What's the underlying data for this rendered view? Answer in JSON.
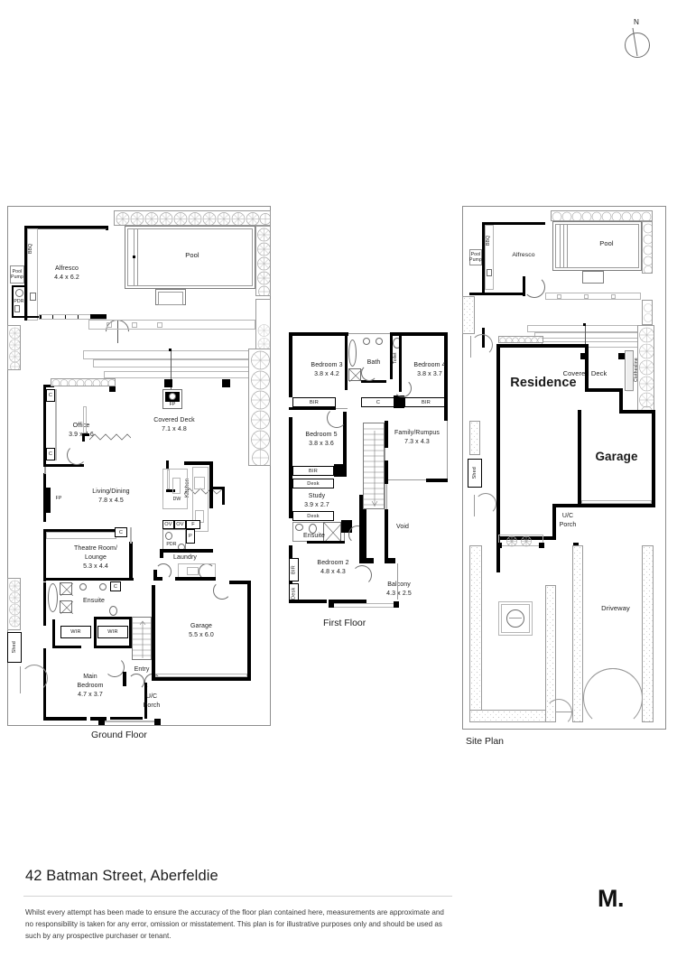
{
  "document": {
    "address": "42 Batman Street, Aberfeldie",
    "disclaimer": "Whilst every attempt has been made to ensure the accuracy of the floor plan contained here, measurements are approximate and no responsibility is taken for any error, omission or misstatement. This plan is for illustrative purposes only and should be used as such by any prospective purchaser or tenant.",
    "logo": "M.",
    "compass_label": "N"
  },
  "plans": {
    "ground": {
      "title": "Ground Floor"
    },
    "first": {
      "title": "First Floor"
    },
    "site": {
      "title": "Site Plan"
    }
  },
  "ground_floor": {
    "rooms": [
      {
        "name": "Alfresco",
        "dims": "4.4 x 6.2"
      },
      {
        "name": "Pool",
        "dims": ""
      },
      {
        "name": "Office",
        "dims": "3.9 x 4.6"
      },
      {
        "name": "Covered Deck",
        "dims": "7.1 x 4.8"
      },
      {
        "name": "Living/Dining",
        "dims": "7.8 x 4.5"
      },
      {
        "name": "Theatre Room/",
        "dims": ""
      },
      {
        "name": "Lounge",
        "dims": "5.3 x 4.4"
      },
      {
        "name": "Kitchen",
        "dims": ""
      },
      {
        "name": "Laundry",
        "dims": ""
      },
      {
        "name": "Ensuite",
        "dims": ""
      },
      {
        "name": "Main",
        "dims": ""
      },
      {
        "name": "Bedroom",
        "dims": "4.7 x 3.7"
      },
      {
        "name": "Garage",
        "dims": "5.5 x 6.0"
      },
      {
        "name": "Entry",
        "dims": ""
      },
      {
        "name": "U/C",
        "dims": ""
      },
      {
        "name": "Porch",
        "dims": ""
      }
    ],
    "labels": {
      "alfresco": "Alfresco",
      "alfresco_dims": "4.4 x 6.2",
      "pool": "Pool",
      "bbq": "BBQ",
      "pool_pump": "Pool\nPump",
      "pool_pump_l1": "Pool",
      "pool_pump_l2": "Pump",
      "pdr": "PDR",
      "office": "Office",
      "office_dims": "3.9 x 4.6",
      "covered_deck": "Covered Deck",
      "covered_deck_dims": "7.1 x 4.8",
      "fp_deck": "FP",
      "fp_living": "FP",
      "living": "Living/Dining",
      "living_dims": "7.8 x 4.5",
      "theatre_l1": "Theatre Room/",
      "theatre_l2": "Lounge",
      "theatre_dims": "5.3 x 4.4",
      "kitchen": "Kitchen",
      "dw": "DW",
      "ov1": "OV",
      "ov2": "OV",
      "fridge": "F",
      "pantry": "P",
      "pdr2": "PDR",
      "laundry": "Laundry",
      "ensuite": "Ensuite",
      "wir1": "WIR",
      "wir2": "WIR",
      "closet_c1": "C",
      "closet_c2": "C",
      "closet_c3": "C",
      "closet_c4": "C",
      "main_l1": "Main",
      "main_l2": "Bedroom",
      "main_dims": "4.7 x 3.7",
      "entry": "Entry",
      "garage": "Garage",
      "garage_dims": "5.5 x 6.0",
      "uc_l1": "U/C",
      "uc_l2": "Porch",
      "shed": "Shed"
    }
  },
  "first_floor": {
    "labels": {
      "bedroom3": "Bedroom 3",
      "bedroom3_dims": "3.8 x 4.2",
      "bath": "Bath",
      "toilet": "Toilet",
      "bedroom4": "Bedroom 4",
      "bedroom4_dims": "3.8 x 3.7",
      "bir1": "BIR",
      "closet_c": "C",
      "bir2": "BIR",
      "bedroom5": "Bedroom 5",
      "bedroom5_dims": "3.8 x 3.6",
      "family": "Family/Rumpus",
      "family_dims": "7.3 x 4.3",
      "bir3": "BIR",
      "desk1": "Desk",
      "study": "Study",
      "study_dims": "3.9 x 2.7",
      "desk2": "Desk",
      "ensuite": "Ensuite",
      "bedroom2": "Bedroom 2",
      "bedroom2_dims": "4.8 x 4.3",
      "bir4": "BIR",
      "desk3": "Desk",
      "void": "Void",
      "balcony": "Balcony",
      "balcony_dims": "4.3 x 2.5"
    }
  },
  "site_plan": {
    "labels": {
      "pool": "Pool",
      "alfresco": "Alfresco",
      "bbq": "BBQ",
      "pool_pump_l1": "Pool",
      "pool_pump_l2": "Pump",
      "covered_deck": "Covered Deck",
      "residence": "Residence",
      "garage": "Garage",
      "clothesline": "Clothesline",
      "shed": "Shed",
      "uc_l1": "U/C",
      "uc_l2": "Porch",
      "driveway": "Driveway"
    }
  },
  "colors": {
    "wall": "#000000",
    "thin_wall": "#5a5a5a",
    "grey_line": "#9a9a9a",
    "text": "#1a1a1a",
    "rule": "#d3d3d3",
    "background": "#ffffff"
  }
}
